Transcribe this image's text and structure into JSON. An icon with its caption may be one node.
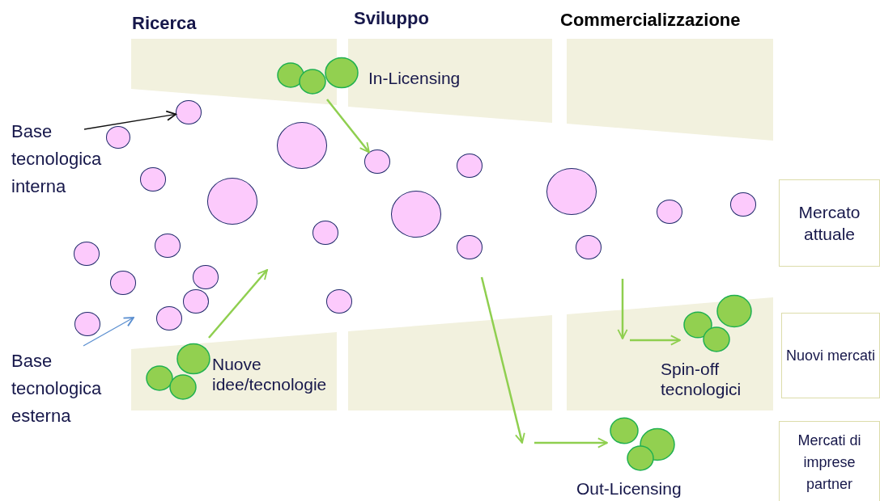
{
  "diagram": {
    "nodes": [
      {
        "text": [
          "Base tecnologica interna"
        ]
      },
      {
        "text": [
          "Base tecnologica esterna"
        ]
      },
      {
        "text": [
          "In-Licensing"
        ]
      },
      {
        "text": [
          "Nuove idee/tecnologie"
        ]
      },
      {
        "text": [
          "Spin-off tecnologici"
        ]
      },
      {
        "text": [
          "Out-Licensing"
        ]
      },
      {
        "text": [
          "Mercato attuale"
        ]
      },
      {
        "text": [
          "Nuovi mercati"
        ]
      },
      {
        "text": [
          "Mercati di imprese partner"
        ]
      },
      {
        "text": [],
        "shape": "circle"
      },
      {
        "text": [],
        "shape": "circle"
      },
      {
        "text": [],
        "shape": "circle"
      },
      {
        "text": [],
        "shape": "circle"
      },
      {
        "text": [],
        "shape": "circle"
      },
      {
        "text": [],
        "shape": "circle"
      },
      {
        "text": [],
        "shape": "circle"
      },
      {
        "text": [],
        "shape": "circle"
      },
      {
        "text": [],
        "shape": "circle"
      },
      {
        "text": [],
        "shape": "circle"
      },
      {
        "text": [],
        "shape": "circle"
      },
      {
        "text": [],
        "shape": "circle"
      },
      {
        "text": [],
        "shape": "circle"
      },
      {
        "text": [],
        "shape": "circle"
      },
      {
        "text": [],
        "shape": "circle"
      },
      {
        "text": [],
        "shape": "circle"
      },
      {
        "text": [],
        "shape": "circle"
      },
      {
        "text": [],
        "shape": "circle"
      },
      {
        "text": [],
        "shape": "circle"
      },
      {
        "text": [],
        "shape": "circle"
      },
      {
        "text": [],
        "shape": "circle"
      },
      {
        "text": [],
        "shape": "circle"
      }
    ],
    "edges": [
      {
        "from": 0,
        "to": 16,
        "arrow": "to",
        "color": "#111111"
      },
      {
        "from": 1,
        "to": null,
        "arrow": "to",
        "color": "#5b8fd0"
      },
      {
        "from": 2,
        "to": 23,
        "arrow": "to"
      },
      {
        "from": 3,
        "to": null,
        "arrow": "to"
      },
      {
        "from": null,
        "to": 4,
        "arrow": "to"
      },
      {
        "from": null,
        "to": 5,
        "arrow": "to"
      }
    ],
    "labels": [
      "Ricerca",
      "Sviluppo",
      "Commercializzazione"
    ]
  }
}
